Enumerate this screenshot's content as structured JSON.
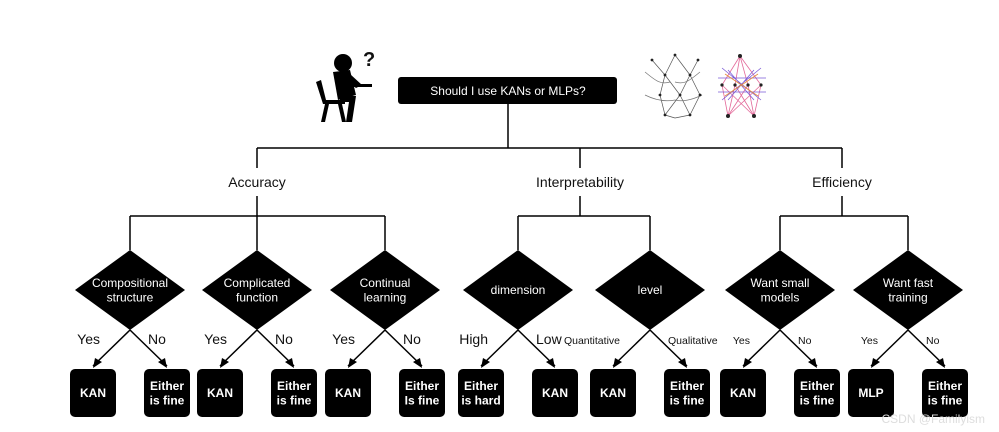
{
  "root": {
    "label": "Should I use KANs or MLPs?"
  },
  "branches": [
    {
      "id": "accuracy",
      "label": "Accuracy",
      "questions": [
        {
          "lines": [
            "Compositional",
            "structure"
          ],
          "left_edge": "Yes",
          "right_edge": "No",
          "left_leaf": [
            "KAN"
          ],
          "right_leaf": [
            "Either",
            "is fine"
          ]
        },
        {
          "lines": [
            "Complicated",
            "function"
          ],
          "left_edge": "Yes",
          "right_edge": "No",
          "left_leaf": [
            "KAN"
          ],
          "right_leaf": [
            "Either",
            "is fine"
          ]
        },
        {
          "lines": [
            "Continual",
            "learning"
          ],
          "left_edge": "Yes",
          "right_edge": "No",
          "left_leaf": [
            "KAN"
          ],
          "right_leaf": [
            "Either",
            "Is fine"
          ]
        }
      ]
    },
    {
      "id": "interpretability",
      "label": "Interpretability",
      "questions": [
        {
          "lines": [
            "dimension"
          ],
          "left_edge": "High",
          "right_edge": "Low",
          "left_leaf": [
            "Either",
            "is hard"
          ],
          "right_leaf": [
            "KAN"
          ]
        },
        {
          "lines": [
            "level"
          ],
          "left_edge": "Quantitative",
          "right_edge": "Qualitative",
          "left_leaf": [
            "KAN"
          ],
          "right_leaf": [
            "Either",
            "is fine"
          ]
        }
      ]
    },
    {
      "id": "efficiency",
      "label": "Efficiency",
      "questions": [
        {
          "lines": [
            "Want small",
            "models"
          ],
          "left_edge": "Yes",
          "right_edge": "No",
          "left_leaf": [
            "KAN"
          ],
          "right_leaf": [
            "Either",
            "is fine"
          ]
        },
        {
          "lines": [
            "Want fast",
            "training"
          ],
          "left_edge": "Yes",
          "right_edge": "No",
          "left_leaf": [
            "MLP"
          ],
          "right_leaf": [
            "Either",
            "is fine"
          ]
        }
      ]
    }
  ],
  "thinking_figure": {
    "icon": "thinking-person-icon",
    "mark": "?"
  },
  "network_icons": [
    "kan-network-icon",
    "mlp-network-icon"
  ],
  "watermark": "CSDN @Familyism"
}
